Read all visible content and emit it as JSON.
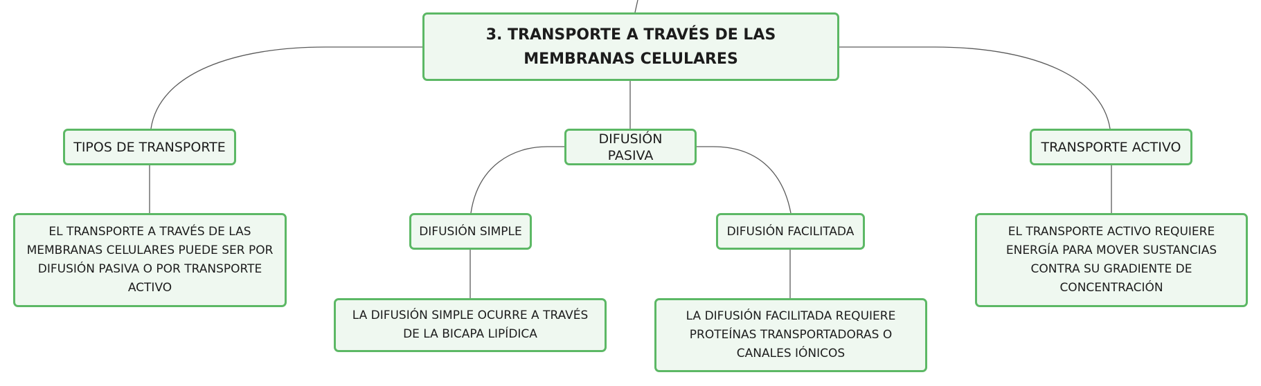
{
  "diagram": {
    "root": {
      "label": "3. TRANSPORTE A TRAVÉS DE LAS MEMBRANAS CELULARES"
    },
    "nodes": {
      "tipos": {
        "label": "TIPOS DE TRANSPORTE"
      },
      "tipos_desc": {
        "label": "EL TRANSPORTE A TRAVÉS DE LAS MEMBRANAS CELULARES PUEDE SER POR DIFUSIÓN PASIVA O POR TRANSPORTE ACTIVO"
      },
      "pasiva": {
        "label": "DIFUSIÓN PASIVA"
      },
      "simple": {
        "label": "DIFUSIÓN SIMPLE"
      },
      "simple_desc": {
        "label": "LA DIFUSIÓN SIMPLE OCURRE A TRAVÉS DE LA BICAPA LIPÍDICA"
      },
      "facilitada": {
        "label": "DIFUSIÓN FACILITADA"
      },
      "facilitada_desc": {
        "label": "LA DIFUSIÓN FACILITADA REQUIERE PROTEÍNAS TRANSPORTADORAS O CANALES IÓNICOS"
      },
      "activo": {
        "label": "TRANSPORTE ACTIVO"
      },
      "activo_desc": {
        "label": "EL TRANSPORTE ACTIVO REQUIERE ENERGÍA PARA MOVER SUSTANCIAS CONTRA SU GRADIENTE DE CONCENTRACIÓN"
      }
    },
    "colors": {
      "node_border": "#5cb865",
      "node_fill": "#eff8f0",
      "connector": "#5a5a5a",
      "text": "#1c1c1c"
    }
  }
}
